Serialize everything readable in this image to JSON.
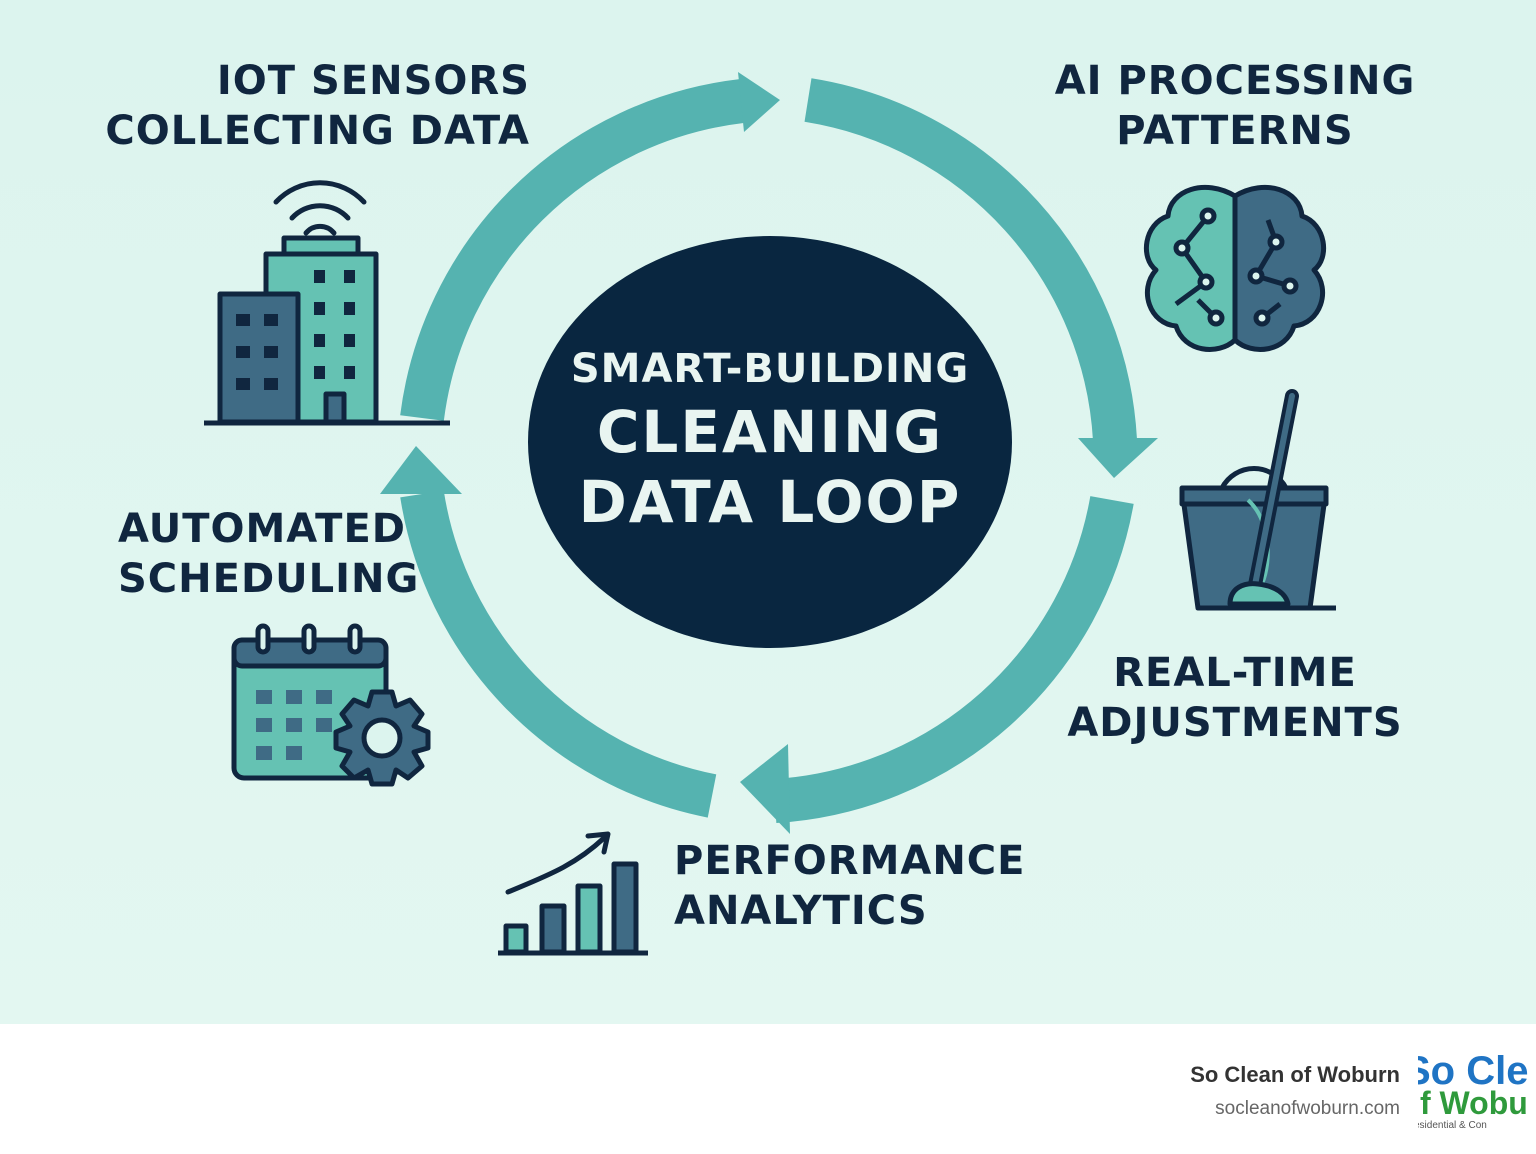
{
  "center": {
    "line1": "SMART-BUILDING",
    "line2": "CLEANING",
    "line3": "DATA LOOP"
  },
  "steps": [
    {
      "line1": "IOT SENSORS",
      "line2": "COLLECTING DATA",
      "icon": "smart-building-icon"
    },
    {
      "line1": "AI PROCESSING",
      "line2": "PATTERNS",
      "icon": "brain-icon"
    },
    {
      "line1": "REAL-TIME",
      "line2": "ADJUSTMENTS",
      "icon": "bucket-mop-icon"
    },
    {
      "line1": "PERFORMANCE",
      "line2": "ANALYTICS",
      "icon": "bar-chart-icon"
    },
    {
      "line1": "AUTOMATED",
      "line2": "SCHEDULING",
      "icon": "calendar-gear-icon"
    }
  ],
  "footer": {
    "name": "So Clean of Woburn",
    "url": "socleanofwoburn.com",
    "logo_line1": "So Cle",
    "logo_line2": "f Wobu",
    "logo_line3": "esidential & Con"
  },
  "colors": {
    "background": "#dcf4ee",
    "arrow": "#55b3b0",
    "center": "#092640",
    "text": "#10263f",
    "icon_light": "#65c2b3",
    "icon_dark": "#3f6b85"
  }
}
